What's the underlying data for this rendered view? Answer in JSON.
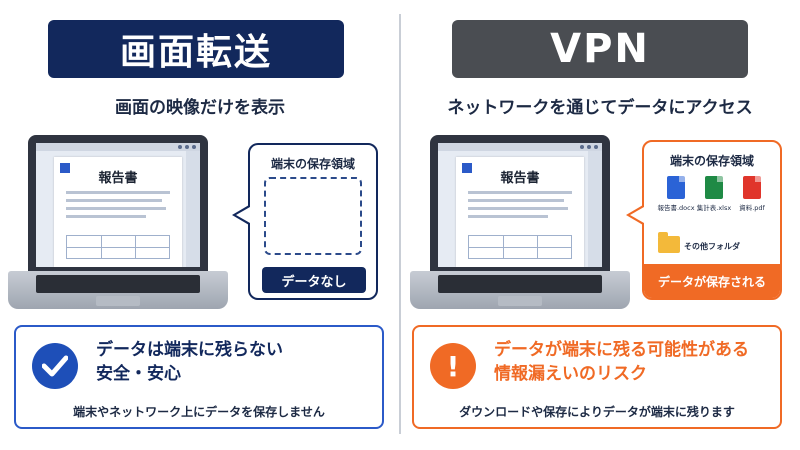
{
  "left": {
    "title": "画面転送",
    "subtitle": "画面の映像だけを表示",
    "laptop_doc_title": "報告書",
    "callout_heading": "端末の保存領域",
    "callout_badge": "データなし",
    "info_heading_line1": "データは端末に残らない",
    "info_heading_line2": "安全・安心",
    "info_footer": "端末やネットワーク上にデータを保存しません",
    "accent": "#12285c"
  },
  "right": {
    "title": "VPN",
    "subtitle": "ネットワークを通じてデータにアクセス",
    "laptop_doc_title": "報告書",
    "callout_heading": "端末の保存領域",
    "files": [
      {
        "label": "報告書.docx",
        "icon": "word-file-icon",
        "color": "#2b63d6"
      },
      {
        "label": "集計表.xlsx",
        "icon": "excel-file-icon",
        "color": "#1f8a45"
      },
      {
        "label": "資料.pdf",
        "icon": "pdf-file-icon",
        "color": "#e0352b"
      }
    ],
    "folder_label": "その他フォルダ",
    "callout_badge": "データが保存される",
    "info_heading_line1": "データが端末に残る可能性がある",
    "info_heading_line2": "情報漏えいのリスク",
    "info_footer": "ダウンロードや保存によりデータが端末に残ります",
    "accent": "#f06a25"
  }
}
